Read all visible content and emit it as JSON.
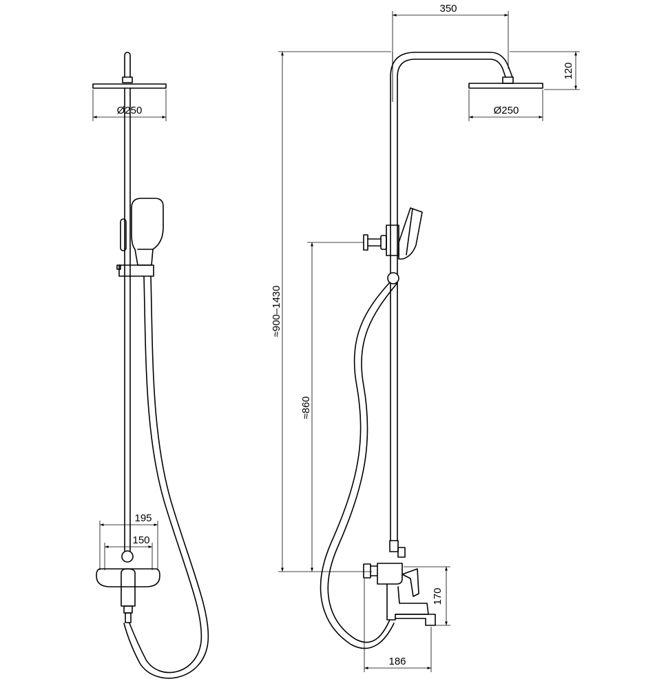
{
  "dimensions": {
    "front_head_diameter": "Ø250",
    "front_width_outer": "195",
    "front_width_inner": "150",
    "side_head_reach": "350",
    "side_head_drop": "120",
    "side_head_diameter": "Ø250",
    "side_total_height": "≈900–1430",
    "side_bracket_height": "≈860",
    "side_mixer_height": "170",
    "side_mixer_depth": "186"
  },
  "colors": {
    "line": "#000000",
    "background": "#ffffff"
  }
}
